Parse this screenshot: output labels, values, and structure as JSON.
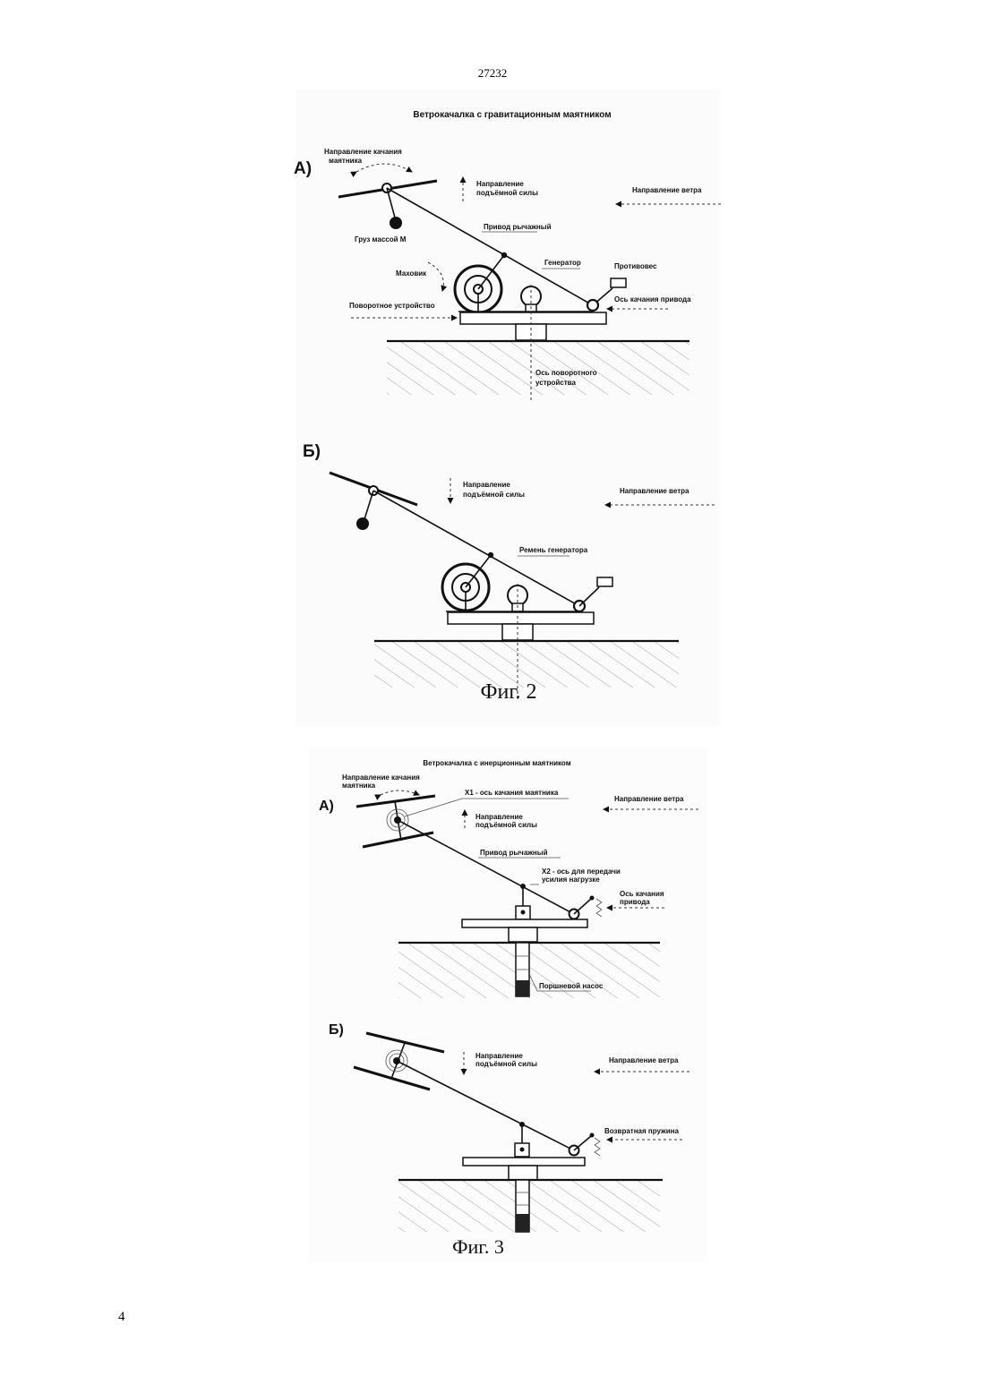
{
  "page": {
    "number_top": "27232",
    "number_bottom": "4"
  },
  "fig2": {
    "title": "Ветрокачалка с гравитационным маятником",
    "caption": "Фиг. 2",
    "a": {
      "letter": "А)",
      "swing_direction_1": "Направление качания",
      "swing_direction_2": "маятника",
      "lift_direction_1": "Направление",
      "lift_direction_2": "подъёмной силы",
      "wind_direction": "Направление ветра",
      "weight": "Груз массой М",
      "lever_drive": "Привод рычажный",
      "flywheel": "Маховик",
      "generator": "Генератор",
      "counterweight": "Противовес",
      "drive_axis": "Ось качания привода",
      "rotary_device": "Поворотное устройство",
      "rotary_axis_1": "Ось поворотного",
      "rotary_axis_2": "устройства"
    },
    "b": {
      "letter": "Б)",
      "lift_direction_1": "Направление",
      "lift_direction_2": "подъёмной силы",
      "wind_direction": "Направление ветра",
      "generator_belt": "Ремень генератора"
    }
  },
  "fig3": {
    "title": "Ветрокачалка с инерционным маятником",
    "caption": "Фиг. 3",
    "a": {
      "letter": "А)",
      "swing_direction_1": "Направление качания",
      "swing_direction_2": "маятника",
      "x1_axis": "Х1 - ось качания маятника",
      "wind_direction": "Направление ветра",
      "lift_direction_1": "Направление",
      "lift_direction_2": "подъёмной силы",
      "lever_drive": "Привод  рычажный",
      "x2_axis_1": "Х2 - ось для передачи",
      "x2_axis_2": "усилия нагрузке",
      "drive_axis_1": "Ось качания",
      "drive_axis_2": "привода",
      "piston_pump": "Поршневой насос"
    },
    "b": {
      "letter": "Б)",
      "lift_direction_1": "Направление",
      "lift_direction_2": "подъёмной силы",
      "wind_direction": "Направление ветра",
      "return_spring": "Возвратная пружина"
    }
  }
}
